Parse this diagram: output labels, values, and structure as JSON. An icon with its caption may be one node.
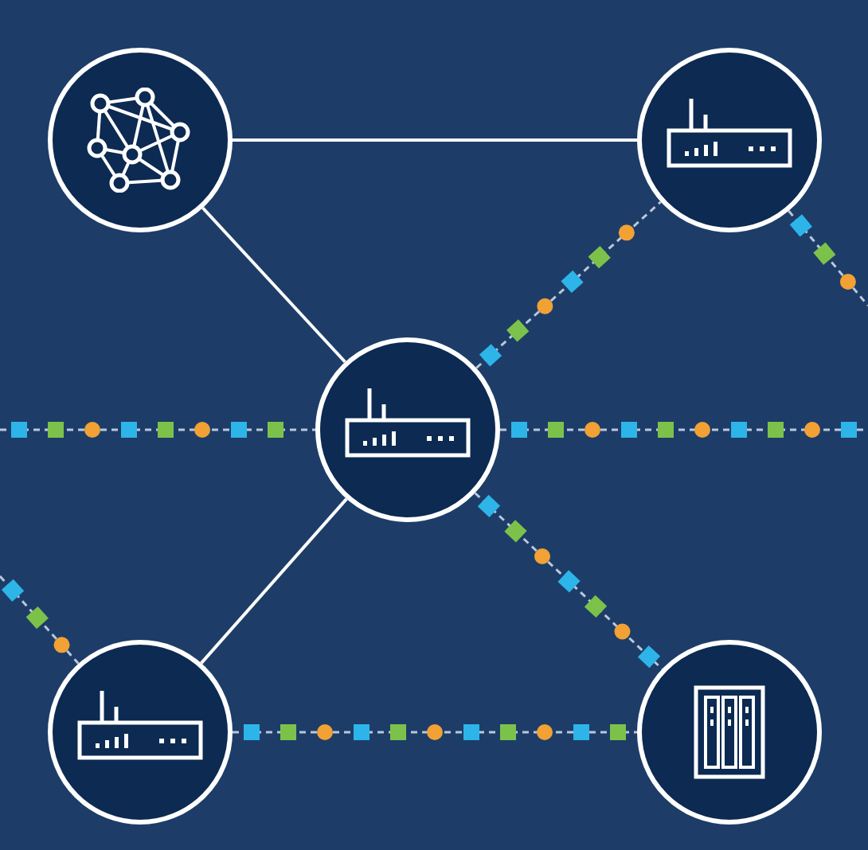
{
  "diagram": {
    "nodes": [
      {
        "text": [],
        "shape": "circle"
      },
      {
        "text": [],
        "shape": "circle"
      },
      {
        "text": [],
        "shape": "circle"
      },
      {
        "text": [],
        "shape": "circle"
      },
      {
        "text": [],
        "shape": "circle"
      }
    ],
    "edges": [
      {
        "from": 0,
        "to": 1,
        "arrow": "none"
      },
      {
        "from": 0,
        "to": 2,
        "arrow": "none"
      },
      {
        "from": 2,
        "to": 3,
        "arrow": "none"
      },
      {
        "from": 2,
        "to": 1,
        "arrow": "none",
        "style": "dashed"
      },
      {
        "from": null,
        "to": 2,
        "arrow": "none",
        "style": "dashed"
      },
      {
        "from": 2,
        "to": null,
        "arrow": "none",
        "style": "dashed"
      },
      {
        "from": 2,
        "to": 4,
        "arrow": "none",
        "style": "dashed"
      },
      {
        "from": 3,
        "to": 4,
        "arrow": "none",
        "style": "dashed"
      },
      {
        "from": null,
        "to": 3,
        "arrow": "none",
        "style": "dashed"
      },
      {
        "from": 1,
        "to": null,
        "arrow": "none",
        "style": "dashed"
      }
    ]
  }
}
